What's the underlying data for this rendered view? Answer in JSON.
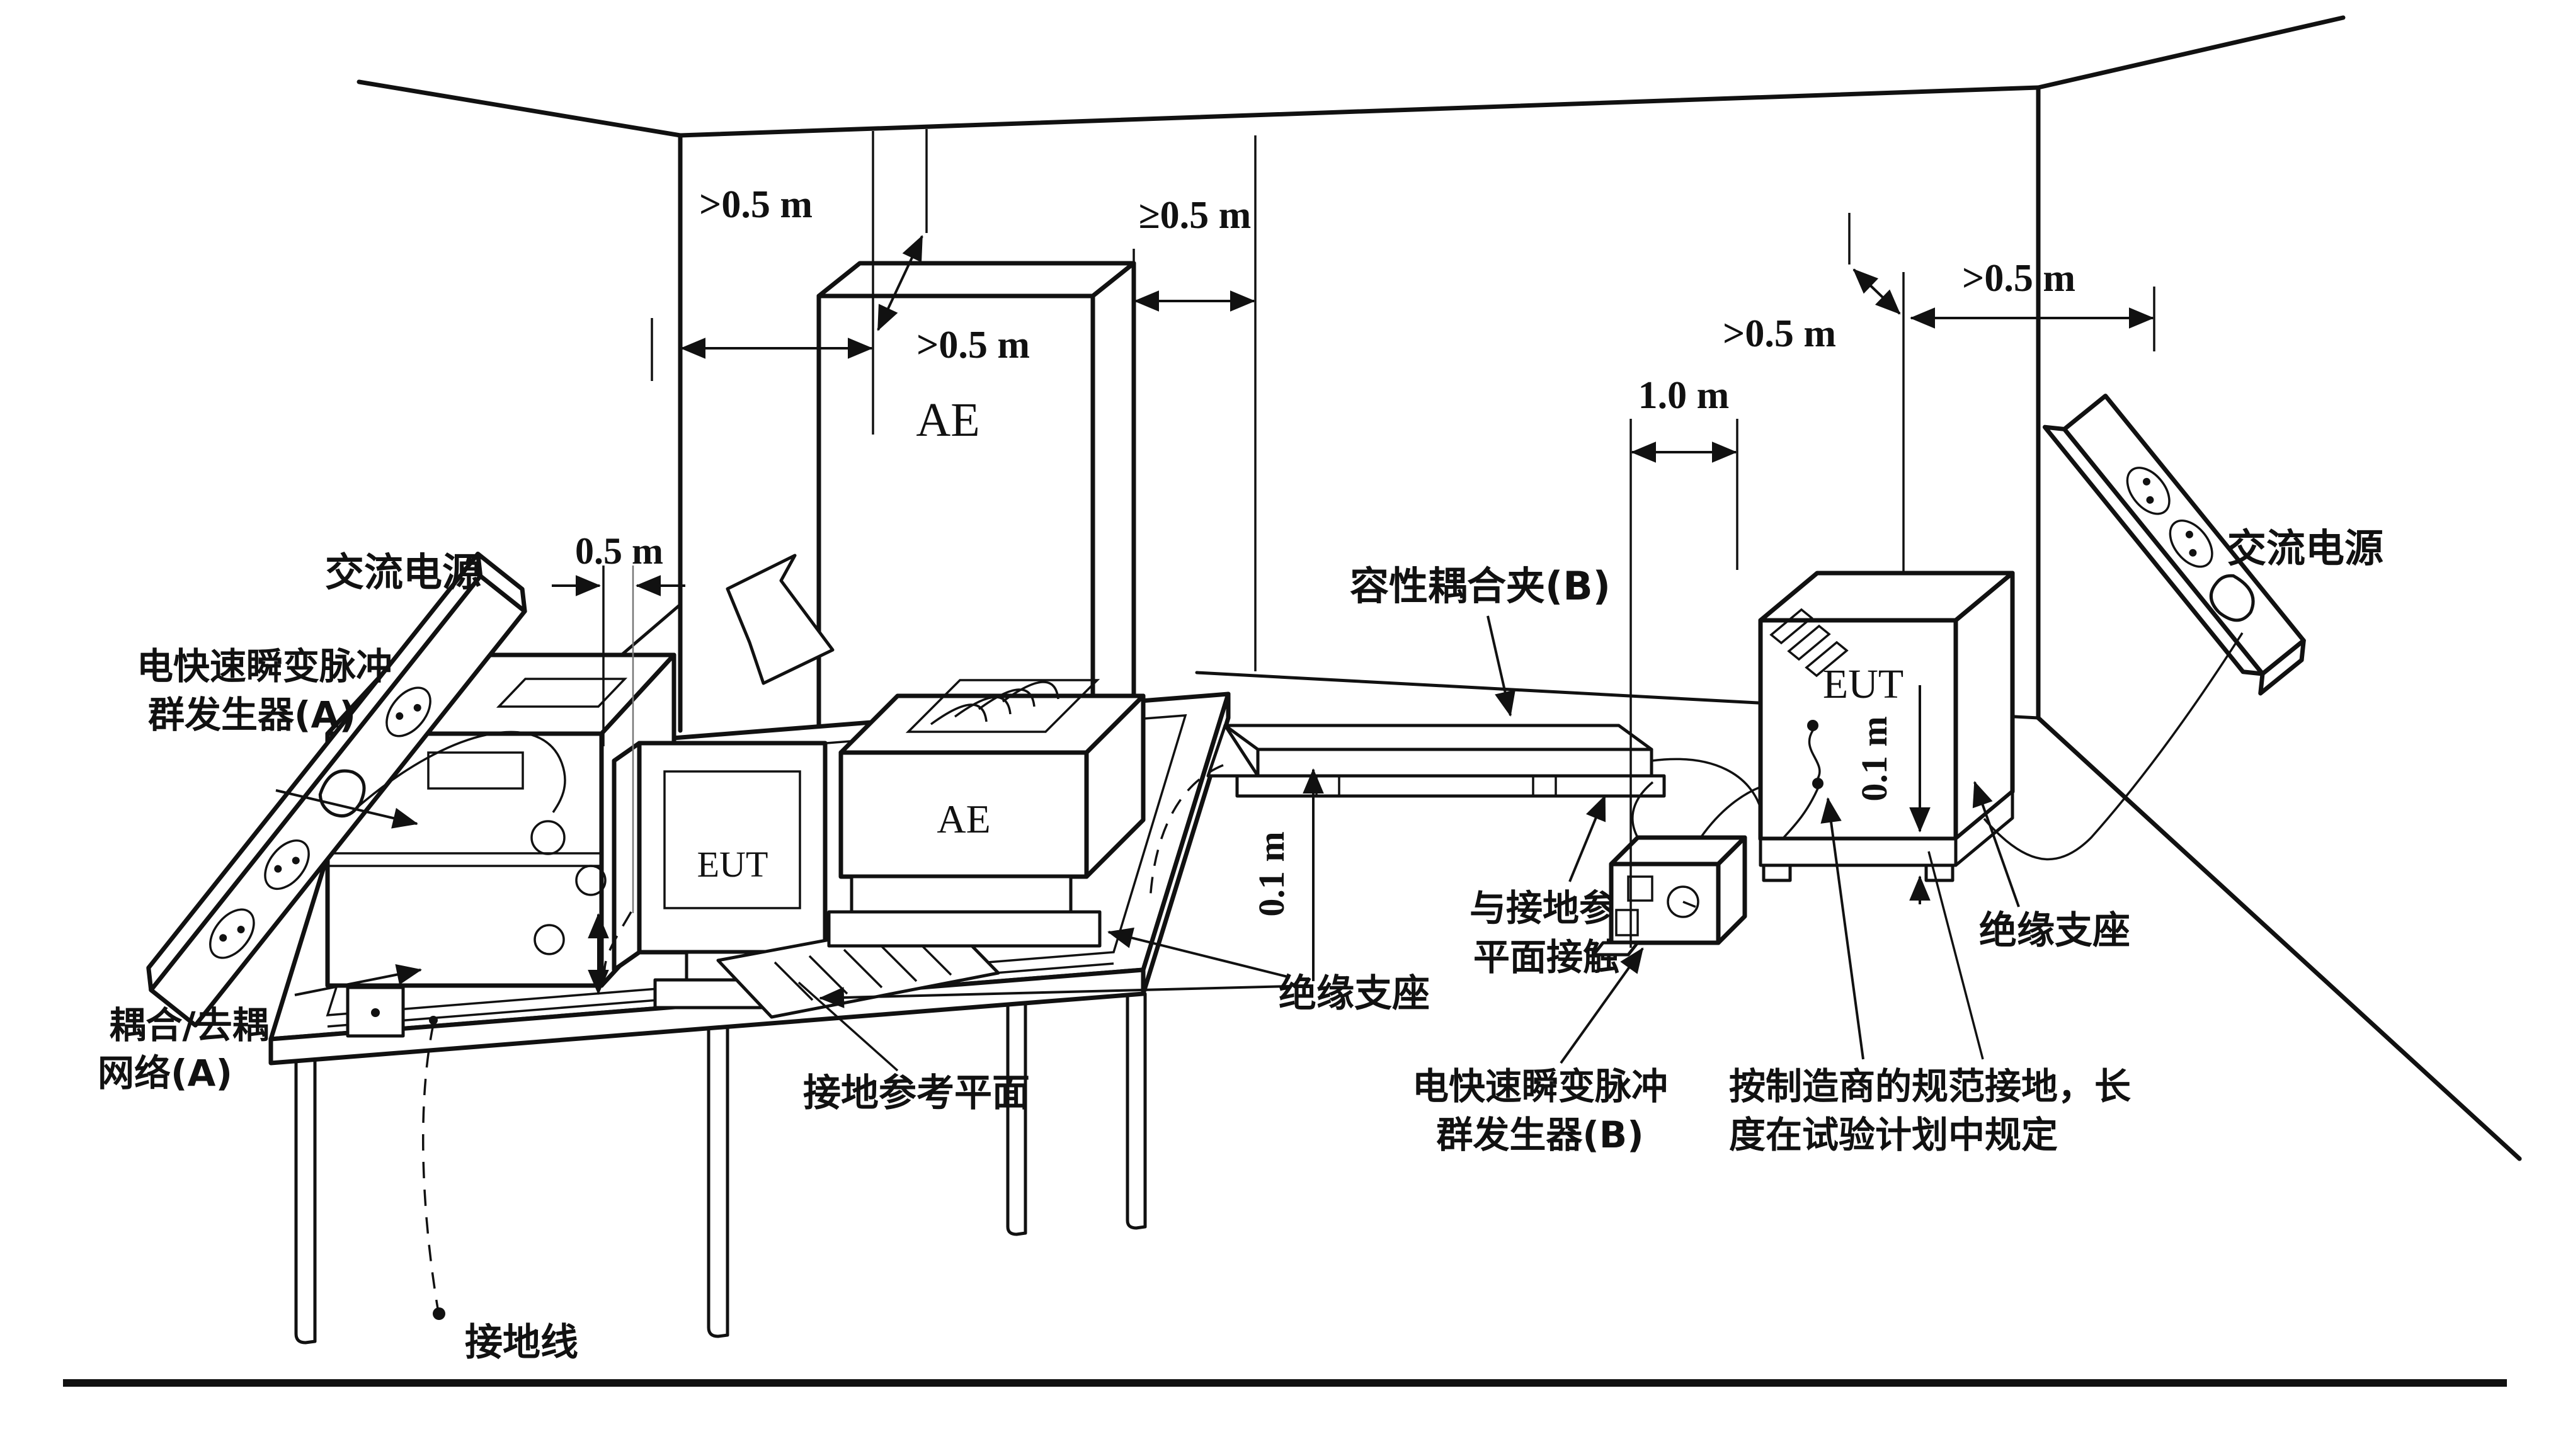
{
  "diagram": {
    "description": "EFT/burst immunity test setup room diagram (table-top EUT and floor-standing EUT)",
    "ink_color": "#111111",
    "bg_color": "#ffffff",
    "labels": {
      "ac_power_left": "交流电源",
      "eft_gen_a_line1": "电快速瞬变脉冲",
      "eft_gen_a_line2": "群发生器(A)",
      "cdn_a_line1": "耦合/去耦",
      "cdn_a_line2": "网络(A)",
      "ground_wire": "接地线",
      "ground_reference_plane": "接地参考平面",
      "insulating_support_center": "绝缘支座",
      "coupling_clamp": "容性耦合夹(B)",
      "grp_contact_line1": "与接地参考",
      "grp_contact_line2": "平面接触",
      "eft_gen_b_line1": "电快速瞬变脉冲",
      "eft_gen_b_line2": "群发生器(B)",
      "grounding_note_line1": "按制造商的规范接地，长",
      "grounding_note_line2": "度在试验计划中规定",
      "insulating_support_right": "绝缘支座",
      "ac_power_right": "交流电源",
      "ae_cabinet": "AE",
      "ae_printer": "AE",
      "eut_monitor": "EUT",
      "eut_cabinet": "EUT"
    },
    "dimensions": {
      "wall_clearance_left": ">0.5 m",
      "diagonal_left": ">0.5 m",
      "min_separation": "≥0.5 m",
      "table_gap": "0.5 m",
      "clamp_height": "0.1 m",
      "clamp_to_eut": "1.0 m",
      "diagonal_right": ">0.5 m",
      "wall_clearance_right": ">0.5 m",
      "eut_support_height": "0.1 m"
    }
  }
}
